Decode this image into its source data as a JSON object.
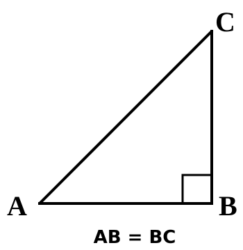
{
  "vertices": {
    "a": "A",
    "b": "B",
    "c": "C"
  },
  "caption": "AB = BC",
  "colors": {
    "stroke": "#000000",
    "background": "#ffffff"
  }
}
